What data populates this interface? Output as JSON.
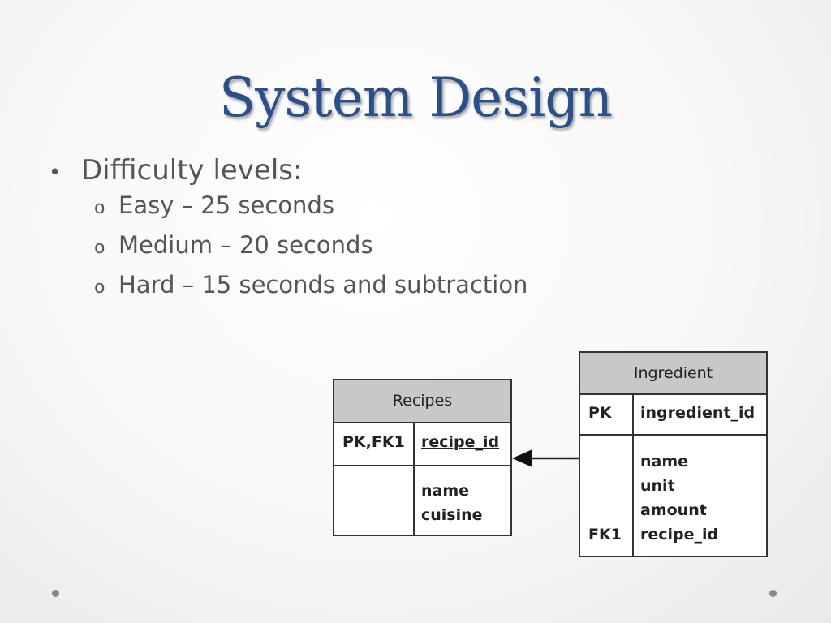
{
  "slide": {
    "title": "System Design",
    "bullet": "Difficulty levels:",
    "bullet_marker": "•",
    "sub_marker": "o",
    "sub_items": [
      "Easy – 25 seconds",
      "Medium – 20 seconds",
      "Hard – 15 seconds and subtraction"
    ]
  },
  "erd": {
    "recipes": {
      "name": "Recipes",
      "pk_key": "PK,FK1",
      "pk_field": "recipe_id",
      "fields": [
        "name",
        "cuisine"
      ]
    },
    "ingredient": {
      "name": "Ingredient",
      "pk_key": "PK",
      "pk_field": "ingredient_id",
      "fields": [
        "name",
        "unit",
        "amount",
        "recipe_id"
      ],
      "fk_key": "FK1"
    }
  }
}
